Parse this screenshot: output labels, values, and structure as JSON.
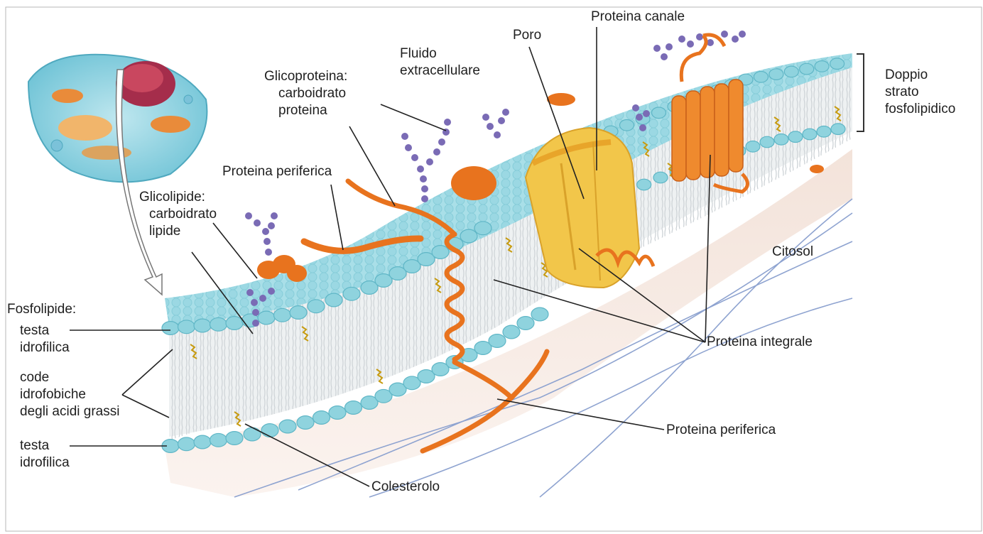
{
  "labels": {
    "fluido": [
      "Fluido",
      "extracellulare"
    ],
    "poro": "Poro",
    "proteina_canale": "Proteina canale",
    "doppio_strato": [
      "Doppio",
      "strato",
      "fosfolipidico"
    ],
    "glicoproteina": [
      "Glicoproteina:",
      "carboidrato",
      "proteina"
    ],
    "proteina_periferica_top": "Proteina periferica",
    "glicolipide": [
      "Glicolipide:",
      "carboidrato",
      "lipide"
    ],
    "citosol": "Citosol",
    "fosfolipide": "Fosfolipide:",
    "testa_top": [
      "testa",
      "idrofilica"
    ],
    "code": [
      "code",
      "idrofobiche",
      "degli acidi grassi"
    ],
    "testa_bottom": [
      "testa",
      "idrofilica"
    ],
    "proteina_integrale": "Proteina integrale",
    "proteina_periferica_bottom": "Proteina periferica",
    "colesterolo": "Colesterolo"
  },
  "colors": {
    "membrane_head": "#8fd3de",
    "membrane_head_dark": "#5fb6c6",
    "tails": "#d8dde0",
    "protein_orange": "#e8731e",
    "channel_yellow": "#f2c64a",
    "carbohydrate": "#7a6bb5",
    "cytosol": "#f6e8e0",
    "leader_line": "#222222"
  }
}
